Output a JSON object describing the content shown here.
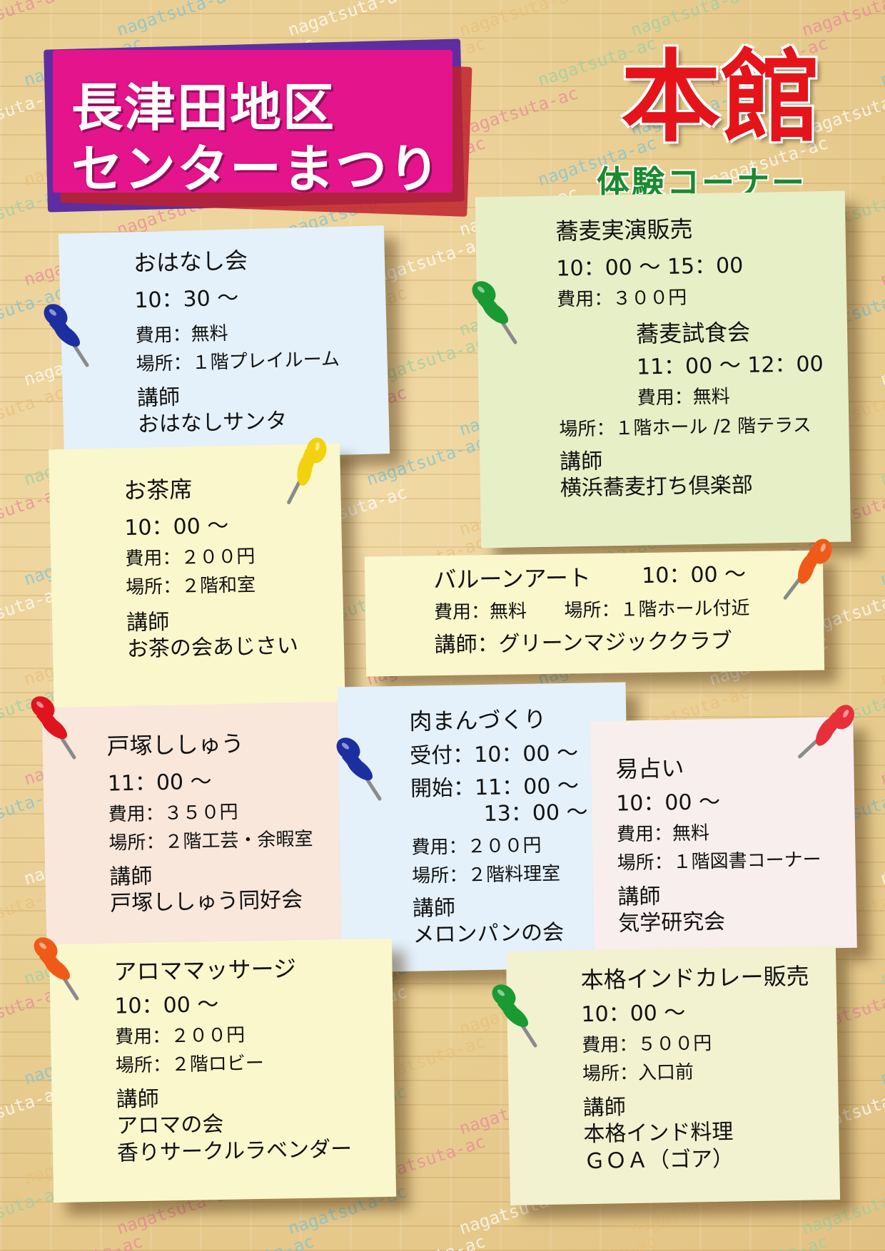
{
  "watermark": {
    "text": "nagatsuta-ac"
  },
  "header": {
    "title_line1": "長津田地区",
    "title_line2": "センターまつり",
    "venue": "本館",
    "subtitle": "体験コーナー"
  },
  "colors": {
    "title_pink": "#e4148c",
    "title_purple": "#5e2ea0",
    "venue_red": "#e4141a",
    "subtitle_green": "#1a8a2e"
  },
  "events": {
    "ohanashi": {
      "title": "おはなし会",
      "time": "10：30 〜",
      "fee": "費用：無料",
      "place": "場所：１階プレイルーム",
      "teacher_label": "講師",
      "teacher": "おはなしサンタ",
      "pin_color": "#1d2fa0"
    },
    "soba": {
      "title": "蕎麦実演販売",
      "time": "10：00 〜 15：00",
      "fee": "費用：３００円",
      "tasting_title": "蕎麦試食会",
      "tasting_time": "11：00 〜 12：00",
      "tasting_fee": "費用：無料",
      "place": "場所：１階ホール /2 階テラス",
      "teacher_label": "講師",
      "teacher": "横浜蕎麦打ち倶楽部",
      "pin_color": "#1a9a32"
    },
    "ocha": {
      "title": "お茶席",
      "time": "10：00 〜",
      "fee": "費用：２００円",
      "place": "場所：２階和室",
      "teacher_label": "講師",
      "teacher": "お茶の会あじさい",
      "pin_color": "#f2d20e"
    },
    "balloon": {
      "title": "バルーンアート",
      "time": "10：00 〜",
      "fee": "費用：無料",
      "place": "場所：１階ホール付近",
      "teacher": "講師：グリーンマジッククラブ",
      "pin_color": "#f05a18"
    },
    "totsuka": {
      "title": "戸塚ししゅう",
      "time": "11：00 〜",
      "fee": "費用：３５０円",
      "place": "場所：２階工芸・余暇室",
      "teacher_label": "講師",
      "teacher": "戸塚ししゅう同好会",
      "pin_color": "#e0141e"
    },
    "niku": {
      "title": "肉まんづくり",
      "reception": "受付：10：00 〜",
      "start1": "開始：11：00 〜",
      "start2": "13：00 〜",
      "fee": "費用：２００円",
      "place": "場所：２階料理室",
      "teacher_label": "講師",
      "teacher": "メロンパンの会",
      "pin_color": "#1d2fa0"
    },
    "ekisen": {
      "title": "易占い",
      "time": "10：00 〜",
      "fee": "費用：無料",
      "place": "場所：１階図書コーナー",
      "teacher_label": "講師",
      "teacher": "気学研究会",
      "pin_color": "#e8303a"
    },
    "aroma": {
      "title": "アロママッサージ",
      "time": "10：00 〜",
      "fee": "費用：２００円",
      "place": "場所：２階ロビー",
      "teacher_label": "講師",
      "teacher1": "アロマの会",
      "teacher2": "香りサークルラベンダー",
      "pin_color": "#f05a18"
    },
    "curry": {
      "title": "本格インドカレー販売",
      "time": "10：00 〜",
      "fee": "費用：５００円",
      "place": "場所：入口前",
      "teacher_label": "講師",
      "teacher1": "本格インド料理",
      "teacher2": "ＧＯＡ（ゴア）",
      "pin_color": "#1a9a32"
    }
  }
}
